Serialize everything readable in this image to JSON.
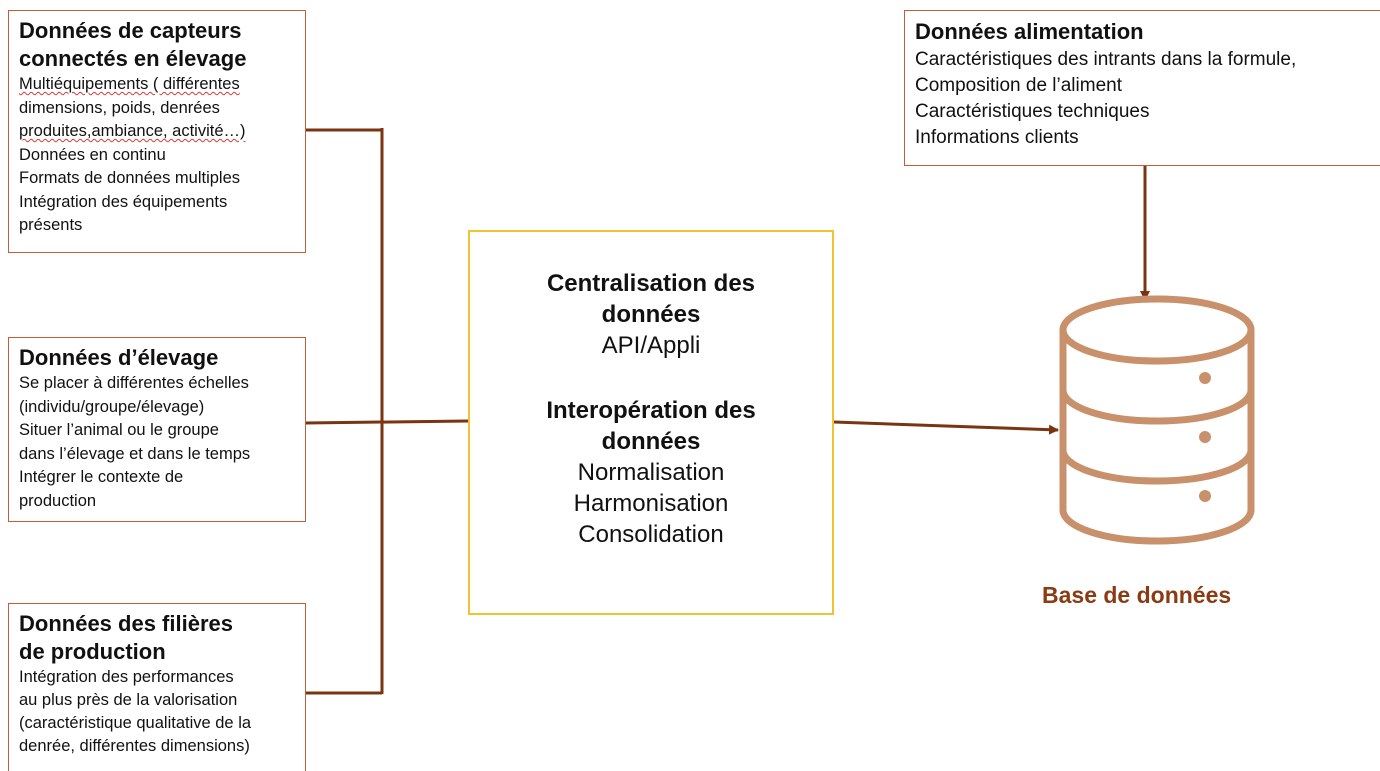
{
  "colors": {
    "connector": "#7a3410",
    "box_border": "#c0603a",
    "central_border": "#f2c230",
    "database": "#c8916b",
    "database_label": "#8b3a12"
  },
  "icons": [
    "database-icon"
  ],
  "boxes": {
    "sensors": {
      "title_1": "Données de capteurs",
      "title_2": "connectés en élevage",
      "lines": [
        "Multiéquipements ( différentes",
        "dimensions, poids, denrées",
        "produites,ambiance, activité…)",
        "Données en continu",
        "Formats de données multiples",
        "Intégration des équipements",
        "présents"
      ]
    },
    "elevage": {
      "title": "Données d’élevage",
      "lines": [
        "Se placer à différentes échelles",
        "(individu/groupe/élevage)",
        "Situer l’animal ou le groupe",
        "dans l’élevage et dans le temps",
        "Intégrer le contexte de",
        "production"
      ]
    },
    "filieres": {
      "title_1": "Données des filières",
      "title_2": "de production",
      "lines": [
        "Intégration des performances",
        "au plus près de la valorisation",
        "(caractéristique qualitative de la",
        "denrée, différentes dimensions)"
      ]
    },
    "aliment": {
      "title": "Données alimentation",
      "lines": [
        "Caractéristiques des intrants dans la formule,",
        "Composition de l’aliment",
        "Caractéristiques techniques",
        "Informations clients"
      ]
    },
    "central": {
      "title_1a": "Centralisation des",
      "title_1b": "données",
      "sub_1": "API/Appli",
      "title_2a": "Interopération des",
      "title_2b": "données",
      "items": [
        "Normalisation",
        "Harmonisation",
        "Consolidation"
      ]
    }
  },
  "database": {
    "label": "Base de données"
  }
}
